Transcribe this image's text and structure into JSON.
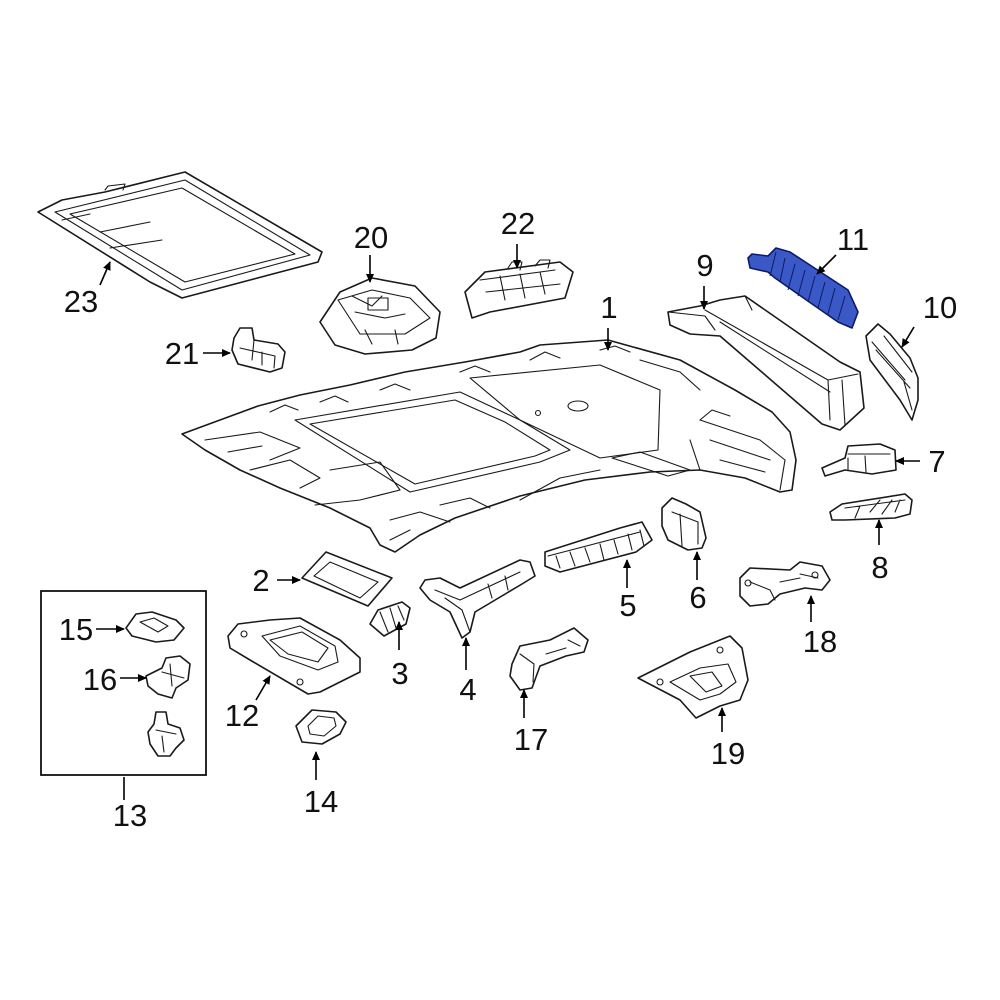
{
  "diagram": {
    "highlight_color": "#3a59c7",
    "callouts": {
      "c1": "1",
      "c2": "2",
      "c3": "3",
      "c4": "4",
      "c5": "5",
      "c6": "6",
      "c7": "7",
      "c8": "8",
      "c9": "9",
      "c10": "10",
      "c11": "11",
      "c12": "12",
      "c13": "13",
      "c14": "14",
      "c15": "15",
      "c16": "16",
      "c17": "17",
      "c18": "18",
      "c19": "19",
      "c20": "20",
      "c21": "21",
      "c22": "22",
      "c23": "23"
    },
    "highlighted_part": "11"
  }
}
